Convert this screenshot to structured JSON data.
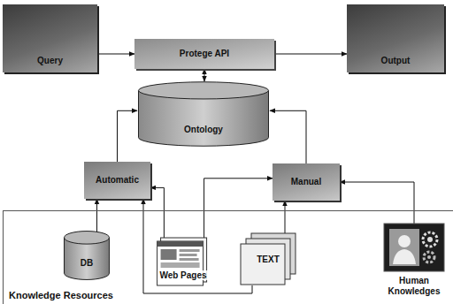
{
  "diagram": {
    "nodes": [
      {
        "text": [
          "Query"
        ]
      },
      {
        "text": [
          "Protege API"
        ]
      },
      {
        "text": [
          "Output"
        ]
      },
      {
        "text": [
          "Ontology"
        ]
      },
      {
        "text": [
          "Automatic"
        ]
      },
      {
        "text": [
          "Manual"
        ]
      },
      {
        "text": [
          "Knowledge Resources"
        ]
      },
      {
        "text": [
          "DB"
        ],
        "in": 6
      },
      {
        "text": [
          "Web Pages"
        ],
        "in": 6
      },
      {
        "text": [
          "TEXT"
        ],
        "in": 6
      },
      {
        "text": [
          "Human Knowledges"
        ],
        "in": 6
      }
    ],
    "edges": [
      {
        "from": 0,
        "to": 1,
        "arrow": "to"
      },
      {
        "from": 1,
        "to": 2,
        "arrow": "to"
      },
      {
        "from": 1,
        "to": 3,
        "arrow": "both"
      },
      {
        "from": 4,
        "to": 3,
        "arrow": "to"
      },
      {
        "from": 5,
        "to": 3,
        "arrow": "to"
      },
      {
        "from": 7,
        "to": 4,
        "arrow": "to"
      },
      {
        "from": 8,
        "to": 4,
        "arrow": "to"
      },
      {
        "from": 9,
        "to": 4,
        "arrow": "to"
      },
      {
        "from": 8,
        "to": 5,
        "arrow": "to"
      },
      {
        "from": 9,
        "to": 5,
        "arrow": "to"
      },
      {
        "from": 10,
        "to": 5,
        "arrow": "to"
      }
    ]
  }
}
